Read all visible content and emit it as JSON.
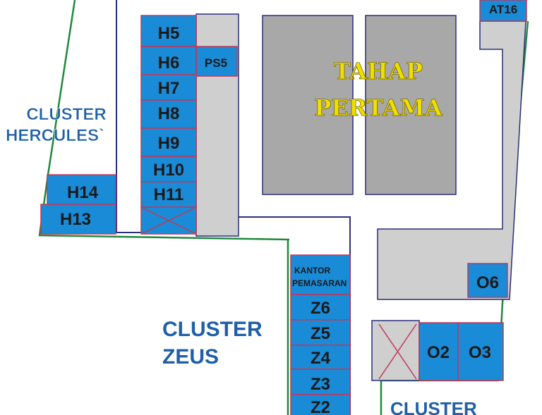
{
  "colors": {
    "lot_blue": "#1a8bd6",
    "lot_border": "#c0395a",
    "road_grey": "#cfcfcf",
    "block_grey": "#a8a8a8",
    "boundary_green": "#1f8a3c",
    "road_edge_navy": "#2a2f7a",
    "cluster_text": "#1f5fa8",
    "phase_text": "#f0e000"
  },
  "clusters": {
    "hercules_line1": "CLUSTER",
    "hercules_line2": "HERCULES`",
    "zeus_line1": "CLUSTER",
    "zeus_line2": "ZEUS",
    "bottom_right": "CLUSTER"
  },
  "phase": {
    "line1": "TAHAP",
    "line2": "PERTAMA"
  },
  "lots": {
    "at16": "AT16",
    "h5": "H5",
    "ps5": "PS5",
    "h6": "H6",
    "h7": "H7",
    "h8": "H8",
    "h9": "H9",
    "h10": "H10",
    "h11": "H11",
    "h14": "H14",
    "h13": "H13",
    "kantor_line1": "KANTOR",
    "kantor_line2": "PEMASARAN",
    "z6": "Z6",
    "z5": "Z5",
    "z4": "Z4",
    "z3": "Z3",
    "z2": "Z2",
    "o6": "O6",
    "o2": "O2",
    "o3": "O3"
  }
}
